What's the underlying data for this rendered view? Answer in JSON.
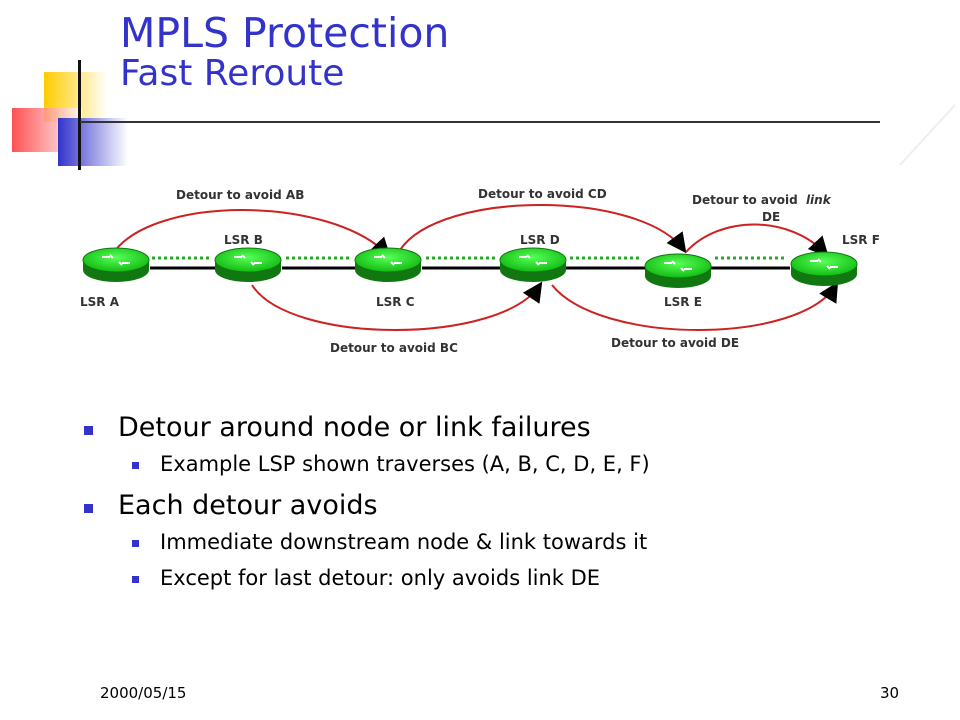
{
  "title": {
    "line1": "MPLS Protection",
    "line2": "Fast Reroute"
  },
  "diagram": {
    "nodes": {
      "a": "LSR A",
      "b": "LSR B",
      "c": "LSR C",
      "d": "LSR D",
      "e": "LSR E",
      "f": "LSR F"
    },
    "detours": {
      "ab": "Detour to avoid AB",
      "bc": "Detour to avoid BC",
      "cd": "Detour to avoid CD",
      "de": "Detour to avoid DE",
      "link_prefix": "Detour to avoid",
      "link_word": "link",
      "link_suffix": "DE"
    },
    "colors": {
      "router": "#22dd22",
      "detour": "#cc2222",
      "lsp": "#22aa22",
      "link": "#000000"
    }
  },
  "bullets": [
    {
      "text": "Detour around node or link failures",
      "sub": [
        "Example LSP shown traverses (A, B, C, D, E, F)"
      ]
    },
    {
      "text": "Each detour avoids",
      "sub": [
        "Immediate downstream node & link towards it",
        "Except for last detour: only avoids link DE"
      ]
    }
  ],
  "footer": {
    "date": "2000/05/15",
    "page": "30"
  }
}
